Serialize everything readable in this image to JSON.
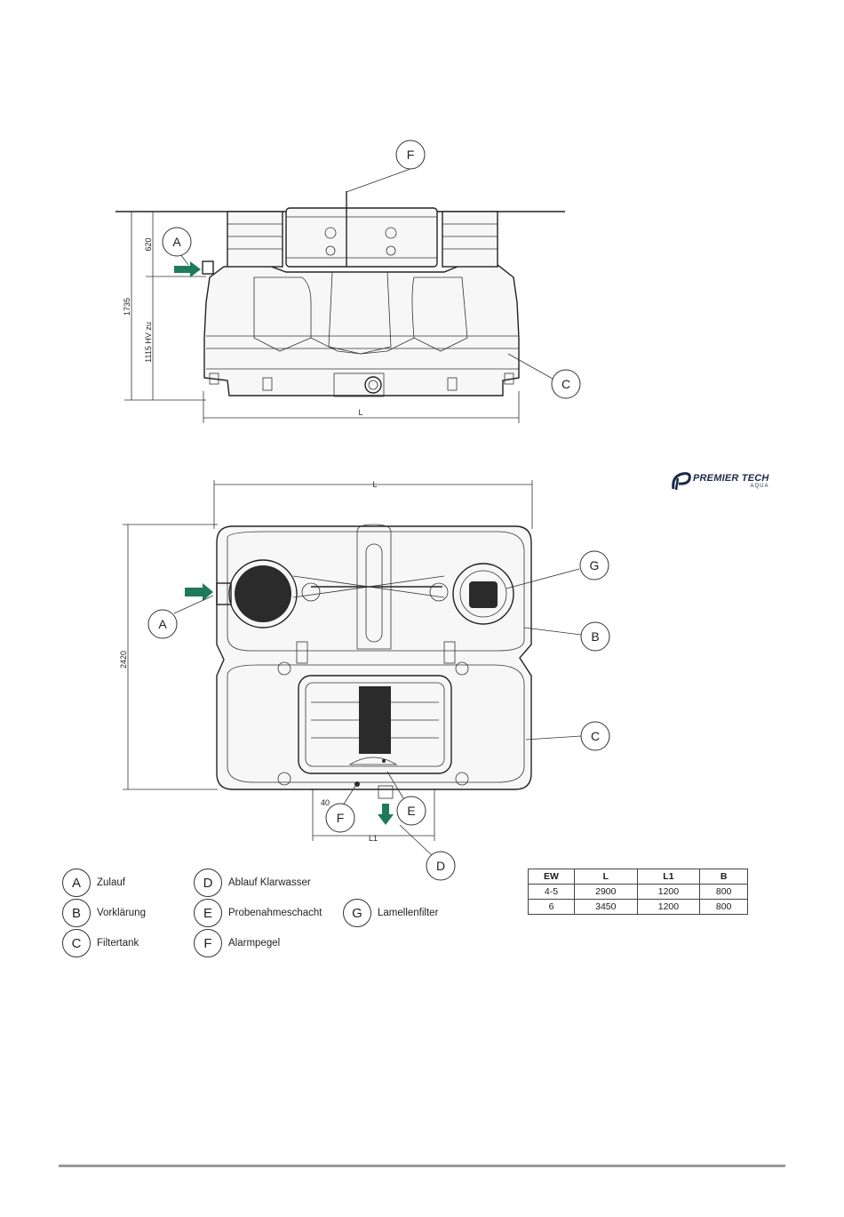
{
  "brand": {
    "name": "PREMIER TECH",
    "sub": "AQUA"
  },
  "side_view": {
    "callouts": {
      "F": "F",
      "A": "A",
      "C": "C"
    },
    "dims": {
      "height_total": "1735",
      "height_top": "620",
      "height_inlet": "1115 HV zu",
      "length": "L"
    }
  },
  "top_view": {
    "callouts": {
      "G": "G",
      "A": "A",
      "B": "B",
      "C": "C",
      "F": "F",
      "E": "E",
      "D": "D"
    },
    "dims": {
      "length": "L",
      "width": "2420",
      "l1": "L1",
      "small": "40"
    }
  },
  "legend": [
    {
      "key": "A",
      "label": "Zulauf"
    },
    {
      "key": "B",
      "label": "Vorklärung"
    },
    {
      "key": "C",
      "label": "Filtertank"
    },
    {
      "key": "D",
      "label": "Ablauf Klarwasser"
    },
    {
      "key": "E",
      "label": "Probenahmeschacht"
    },
    {
      "key": "F",
      "label": "Alarmpegel"
    },
    {
      "key": "G",
      "label": "Lamellenfilter"
    }
  ],
  "table": {
    "headers": [
      "EW",
      "L",
      "L1",
      "B"
    ],
    "rows": [
      [
        "4-5",
        "2900",
        "1200",
        "800"
      ],
      [
        "6",
        "3450",
        "1200",
        "800"
      ]
    ]
  },
  "colors": {
    "arrow": "#1f7a5a",
    "line": "#222222"
  }
}
